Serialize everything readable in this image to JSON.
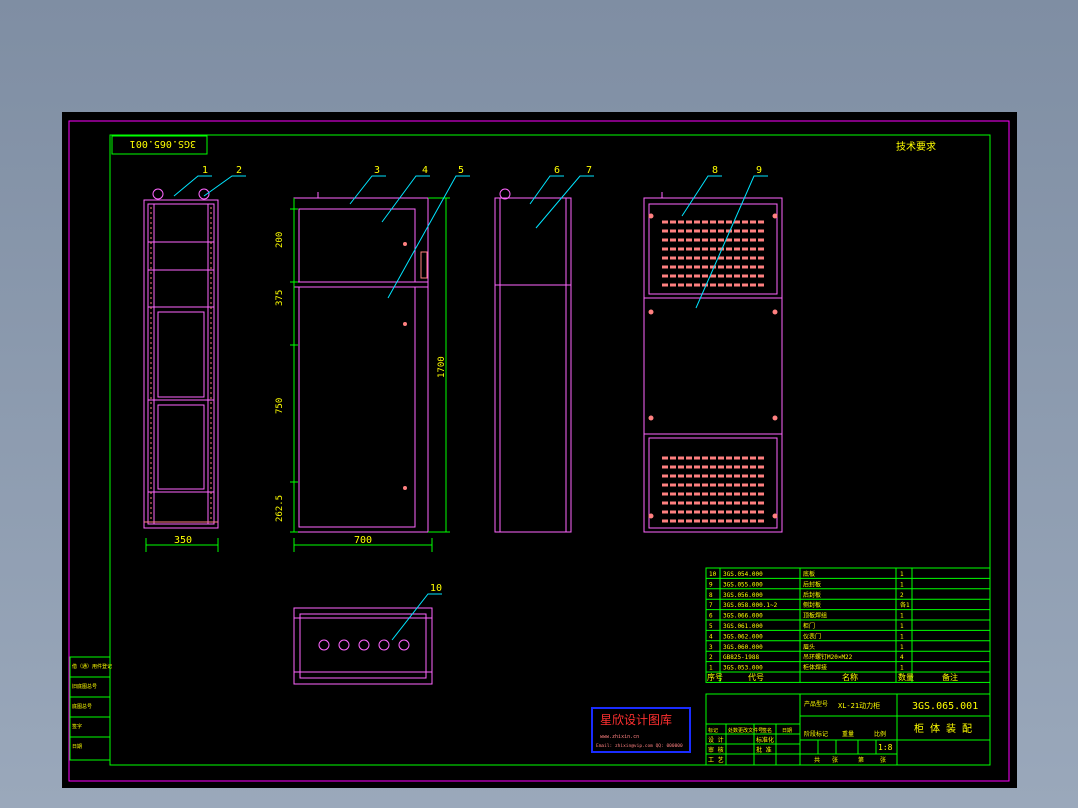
{
  "drawing": {
    "title_stamp": "3GS.065.001",
    "tech_req": "技术要求",
    "balloons": [
      "1",
      "2",
      "3",
      "4",
      "5",
      "6",
      "7",
      "8",
      "9",
      "10"
    ],
    "dims": {
      "width_350": "350",
      "width_700": "700",
      "h_200": "200",
      "h_375": "375",
      "h_750": "750",
      "h_262": "262.5",
      "h_1700": "1700"
    }
  },
  "bom": {
    "rows": [
      {
        "no": "10",
        "code": "3GS.054.000",
        "name": "底板",
        "qty": "1"
      },
      {
        "no": "9",
        "code": "3GS.055.000",
        "name": "后封板",
        "qty": "1"
      },
      {
        "no": "8",
        "code": "3GS.056.000",
        "name": "后封板",
        "qty": "2"
      },
      {
        "no": "7",
        "code": "3GS.058.000.1~2",
        "name": "侧封板",
        "qty": "各1"
      },
      {
        "no": "6",
        "code": "3GS.066.000",
        "name": "顶板焊组",
        "qty": "1"
      },
      {
        "no": "5",
        "code": "3GS.061.000",
        "name": "柜门",
        "qty": "1"
      },
      {
        "no": "4",
        "code": "3GS.062.000",
        "name": "仪表门",
        "qty": "1"
      },
      {
        "no": "3",
        "code": "3GS.060.000",
        "name": "眉头",
        "qty": "1"
      },
      {
        "no": "2",
        "code": "GB825-1988",
        "name": "吊环螺钉M20×M22",
        "qty": "4"
      },
      {
        "no": "1",
        "code": "3GS.053.000",
        "name": "柜体焊接",
        "qty": "1"
      }
    ],
    "headers": {
      "no": "序号",
      "code": "代号",
      "name": "名称",
      "qty": "数量",
      "note": "备注"
    }
  },
  "title_block": {
    "product_label": "产品型号",
    "product": "XL-21动力柜",
    "drawing_no": "3GS.065.001",
    "drawing_name": "柜 体 装 配",
    "scale": "1:8",
    "scale_headers": [
      "阶段标记",
      "重量",
      "比例"
    ],
    "mark_row": [
      "标记",
      "处数",
      "更改文件号",
      "签名",
      "日期"
    ],
    "roles": [
      "设 计",
      "审 核",
      "工 艺"
    ],
    "role_right": [
      "标准化",
      "批 准"
    ],
    "sheet": [
      "共",
      "张",
      "第",
      "张"
    ]
  },
  "side_block": [
    "借（通）用件登记",
    "旧底图总号",
    "底图总号",
    "签字",
    "日期"
  ],
  "watermark": {
    "title": "星欣设计图库",
    "line1": "www.zhixin.cn",
    "line2": "Email: zhixin@vip.com  QQ: 000000"
  },
  "colors": {
    "frame": "#ff00ff",
    "inner": "#00ff00",
    "outline": "#ff66ff",
    "detail": "#ff8080",
    "dim": "#00ff00",
    "leader": "#00e5ff",
    "text": "#ffff00",
    "watermark": "#1a2cff"
  }
}
